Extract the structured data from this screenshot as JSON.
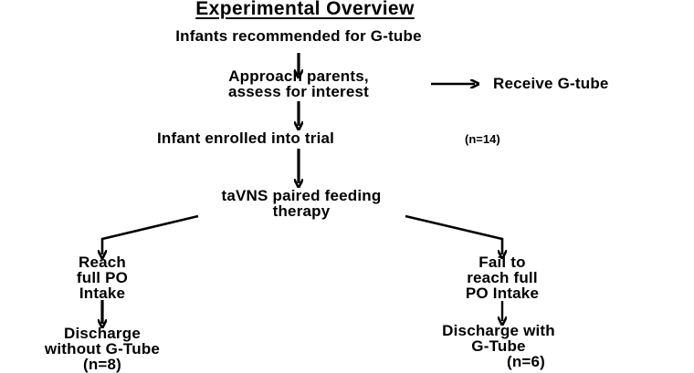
{
  "title": "Experimental Overview",
  "nodes": {
    "recommended": "Infants recommended for G-tube",
    "approach_line1": "Approach parents,",
    "approach_line2": "assess for interest",
    "receive": "Receive G-tube",
    "enrolled": "Infant enrolled into trial",
    "enrolled_n": "(n=14)",
    "therapy_line1": "taVNS paired feeding",
    "therapy_line2": "therapy",
    "reach_line1": "Reach",
    "reach_line2": "full PO",
    "reach_line3": "Intake",
    "fail_line1": "Fail to",
    "fail_line2": "reach full",
    "fail_line3": "PO Intake",
    "discharge_without_line1": "Discharge",
    "discharge_without_line2": "without G-Tube",
    "discharge_without_n": "(n=8)",
    "discharge_with_line1": "Discharge with",
    "discharge_with_line2": "G-Tube",
    "discharge_with_n": "(n=6)"
  }
}
